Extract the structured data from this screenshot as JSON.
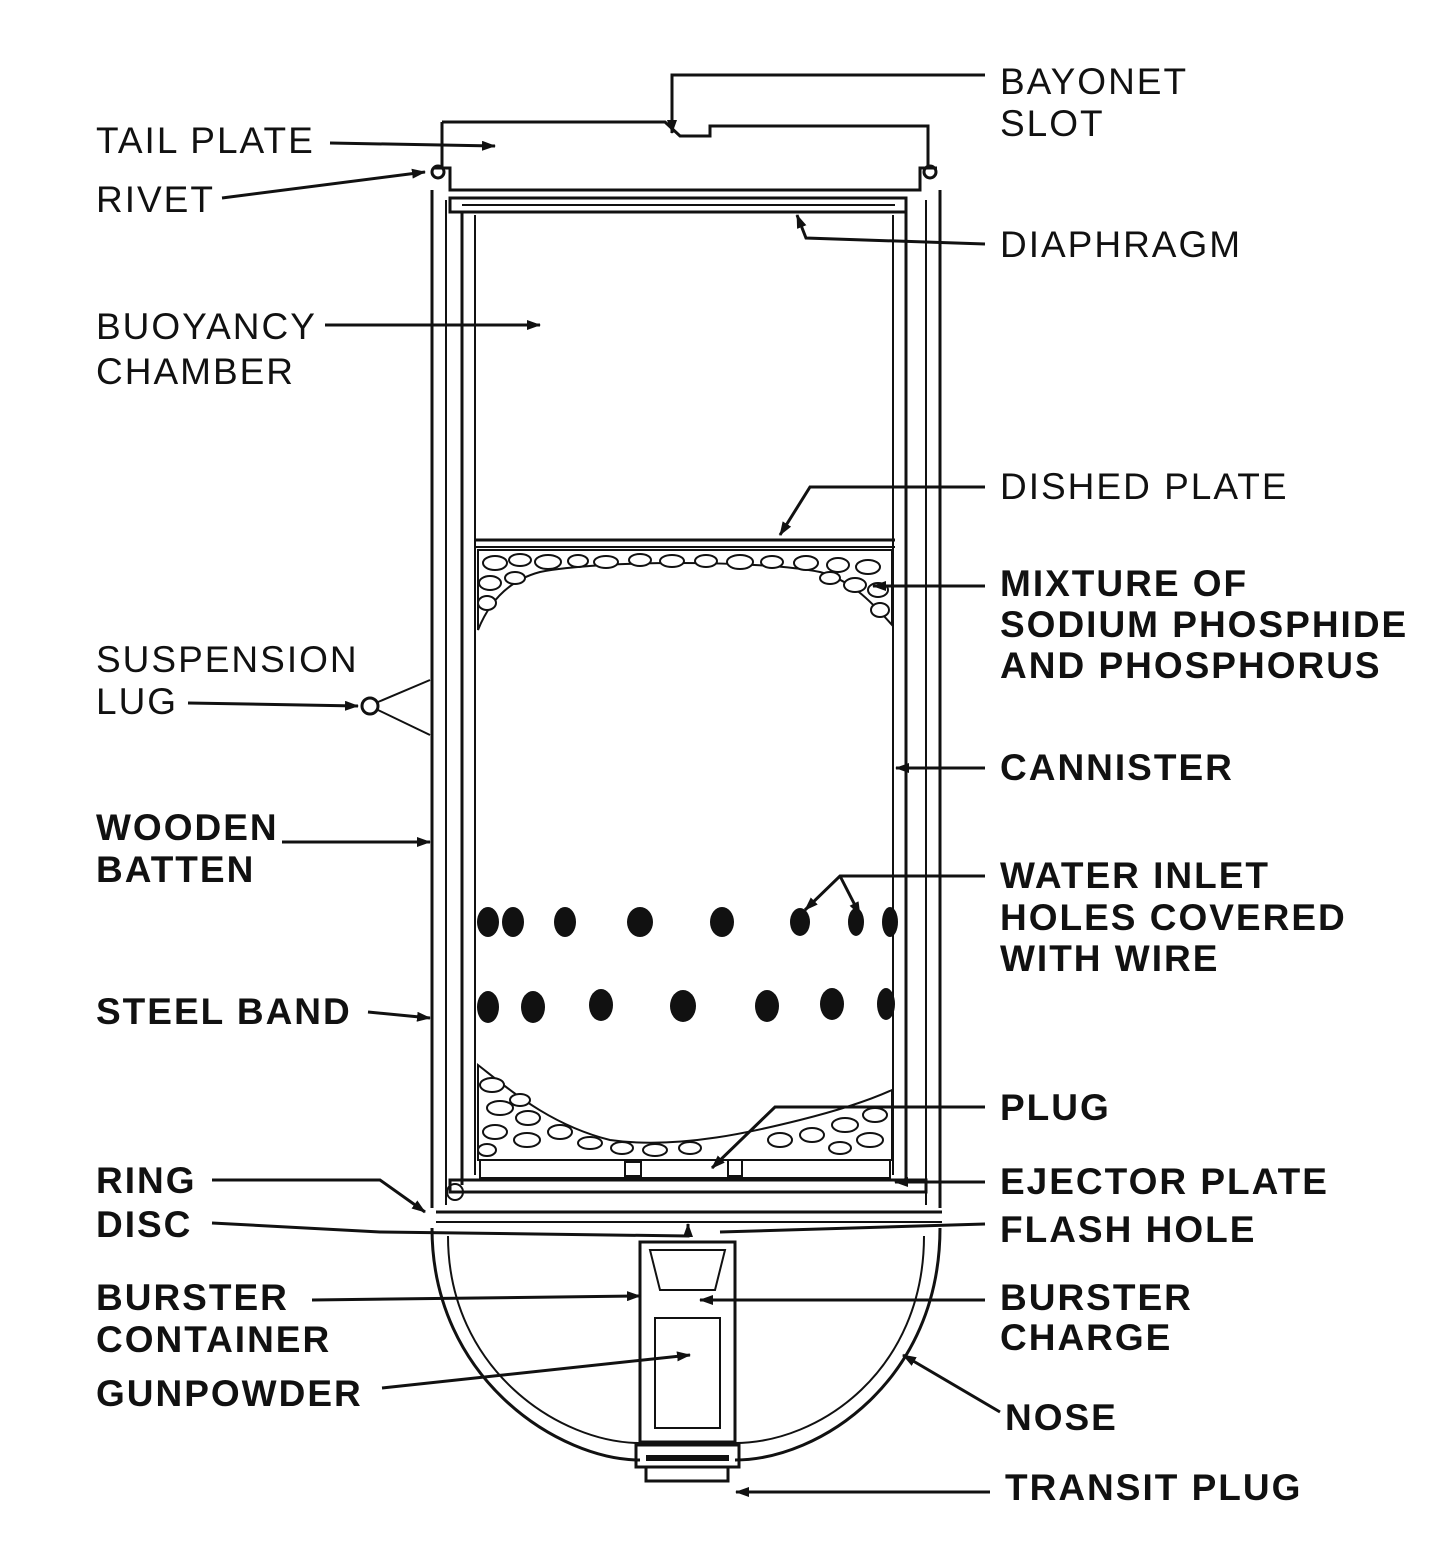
{
  "labels": {
    "bayonet_slot": [
      "BAYONET",
      "SLOT"
    ],
    "tail_plate": "TAIL PLATE",
    "rivet": "RIVET",
    "diaphragm": "DIAPHRAGM",
    "buoyancy_chamber": [
      "BUOYANCY",
      "CHAMBER"
    ],
    "dished_plate": "DISHED PLATE",
    "mixture": [
      "MIXTURE OF",
      "SODIUM PHOSPHIDE",
      "AND PHOSPHORUS"
    ],
    "suspension_lug": [
      "SUSPENSION",
      "LUG"
    ],
    "cannister": "CANNISTER",
    "wooden_batten": [
      "WOODEN",
      "BATTEN"
    ],
    "water_inlet": [
      "WATER INLET",
      "HOLES COVERED",
      "WITH WIRE"
    ],
    "steel_band": "STEEL BAND",
    "plug": "PLUG",
    "ring": "RING",
    "ejector_plate": "EJECTOR PLATE",
    "disc": "DISC",
    "flash_hole": "FLASH HOLE",
    "burster_container": [
      "BURSTER",
      "CONTAINER"
    ],
    "burster_charge": [
      "BURSTER",
      "CHARGE"
    ],
    "gunpowder": "GUNPOWDER",
    "nose": "NOSE",
    "transit_plug": "TRANSIT PLUG"
  },
  "colors": {
    "ink": "#111111",
    "paper": "#ffffff"
  }
}
